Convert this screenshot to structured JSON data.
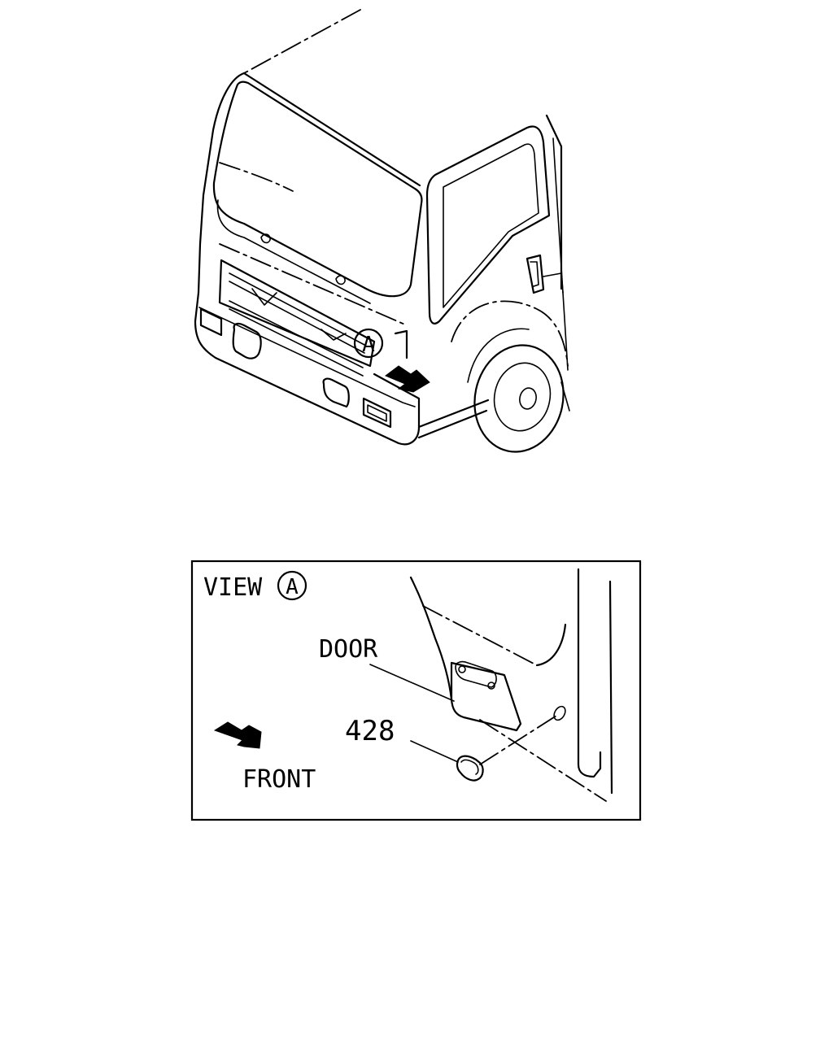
{
  "truck_view": {
    "callout_letter": "A"
  },
  "detail_view": {
    "view_word": "VIEW",
    "view_letter": "A",
    "door_label": "DOOR",
    "part_number": "428",
    "front_label": "FRONT"
  }
}
